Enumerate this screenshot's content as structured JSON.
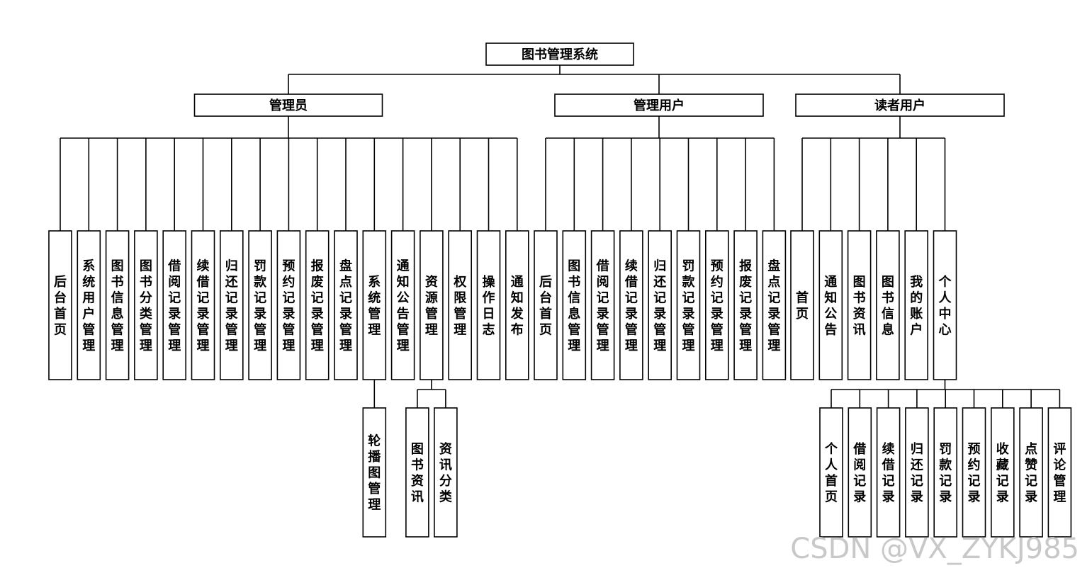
{
  "root": "图书管理系统",
  "groups": [
    {
      "label": "管理员",
      "children": [
        {
          "label": "后台首页"
        },
        {
          "label": "系统用户管理"
        },
        {
          "label": "图书信息管理"
        },
        {
          "label": "图书分类管理"
        },
        {
          "label": "借阅记录管理"
        },
        {
          "label": "续借记录管理"
        },
        {
          "label": "归还记录管理"
        },
        {
          "label": "罚款记录管理"
        },
        {
          "label": "预约记录管理"
        },
        {
          "label": "报废记录管理"
        },
        {
          "label": "盘点记录管理"
        },
        {
          "label": "系统管理",
          "children": [
            "轮播图管理"
          ]
        },
        {
          "label": "通知公告管理"
        },
        {
          "label": "资源管理",
          "children": [
            "图书资讯",
            "资讯分类"
          ]
        },
        {
          "label": "权限管理"
        },
        {
          "label": "操作日志"
        },
        {
          "label": "通知发布"
        }
      ]
    },
    {
      "label": "管理用户",
      "children": [
        {
          "label": "后台首页"
        },
        {
          "label": "图书信息管理"
        },
        {
          "label": "借阅记录管理"
        },
        {
          "label": "续借记录管理"
        },
        {
          "label": "归还记录管理"
        },
        {
          "label": "罚款记录管理"
        },
        {
          "label": "预约记录管理"
        },
        {
          "label": "报废记录管理"
        },
        {
          "label": "盘点记录管理"
        }
      ]
    },
    {
      "label": "读者用户",
      "children": [
        {
          "label": "首页"
        },
        {
          "label": "通知公告"
        },
        {
          "label": "图书资讯"
        },
        {
          "label": "图书信息"
        },
        {
          "label": "我的账户"
        },
        {
          "label": "个人中心",
          "children": [
            "个人首页",
            "借阅记录",
            "续借记录",
            "归还记录",
            "罚款记录",
            "预约记录",
            "收藏记录",
            "点赞记录",
            "评论管理"
          ]
        }
      ]
    }
  ],
  "watermark": "CSDN @VX_ZYKJ985"
}
